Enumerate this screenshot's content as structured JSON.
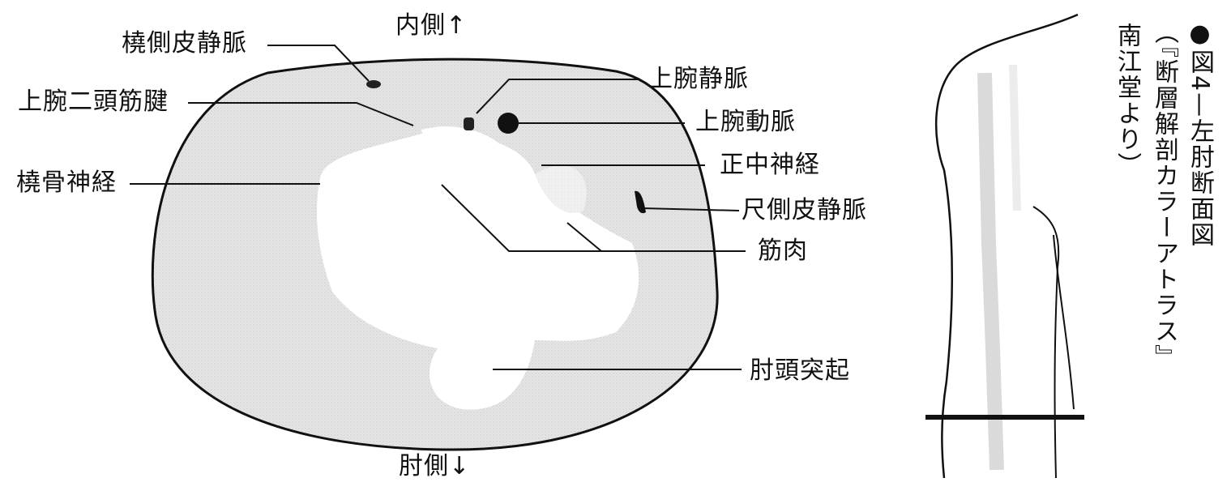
{
  "orientation": {
    "medial": "内側↑",
    "elbow_side": "肘側↓"
  },
  "labels": {
    "cephalic_vein": "橈側皮静脈",
    "biceps_tendon": "上腕二頭筋腱",
    "radial_nerve": "橈骨神経",
    "brachial_vein": "上腕静脈",
    "brachial_artery": "上腕動脈",
    "median_nerve": "正中神経",
    "basilic_vein": "尺側皮静脈",
    "muscle": "筋肉",
    "olecranon": "肘頭突起"
  },
  "caption": {
    "bullet": "●",
    "title": "図4—左肘断面図",
    "source_line1": "（『断層解剖カラーアトラス』",
    "source_line2": "南江堂より）"
  }
}
